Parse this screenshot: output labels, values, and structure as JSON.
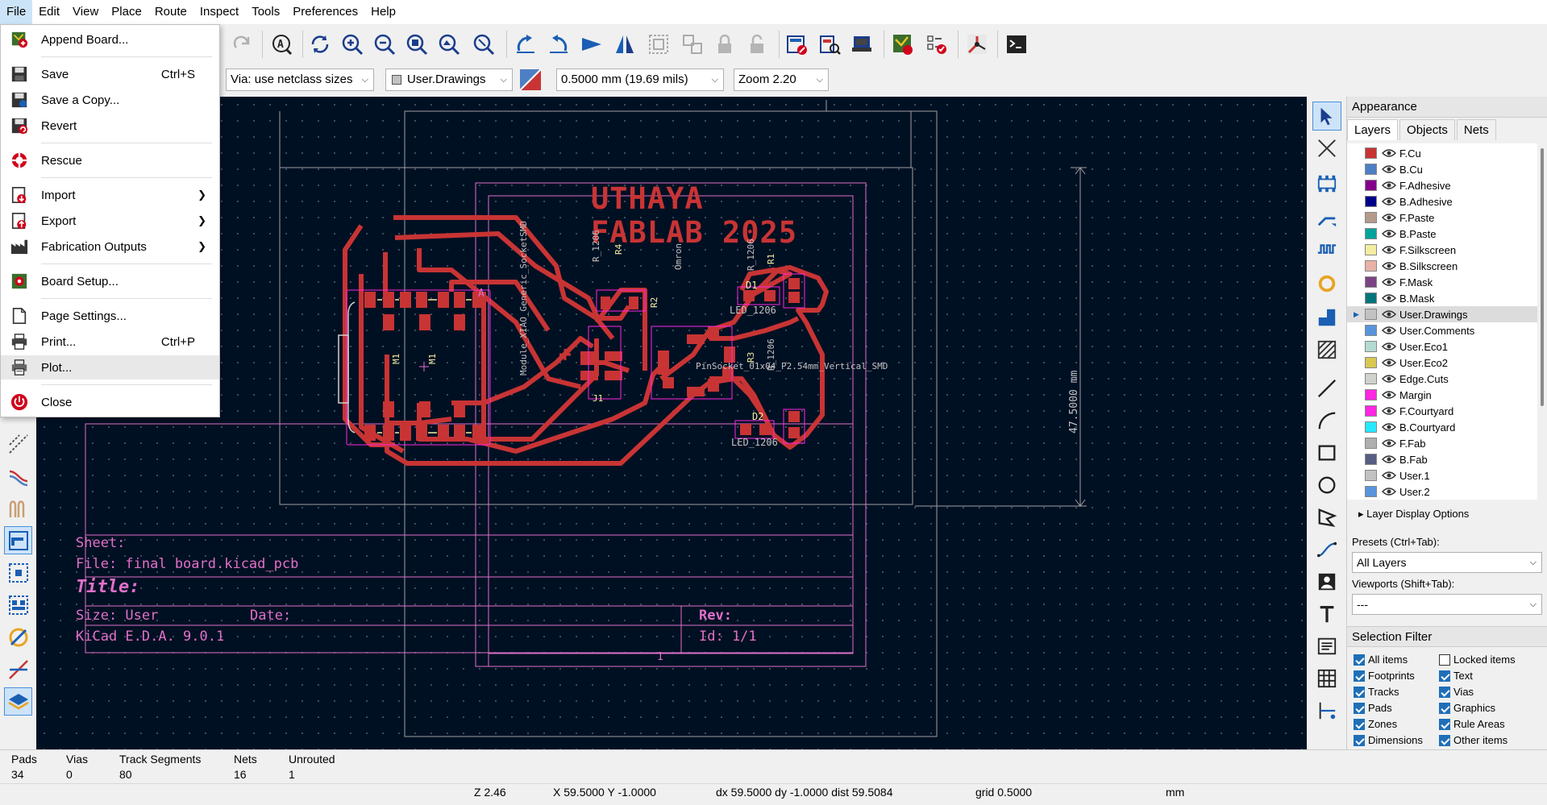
{
  "menubar": {
    "items": [
      "File",
      "Edit",
      "View",
      "Place",
      "Route",
      "Inspect",
      "Tools",
      "Preferences",
      "Help"
    ]
  },
  "file_menu": {
    "items": [
      {
        "label": "Append Board...",
        "shortcut": "",
        "icon": "append-board-icon"
      },
      {
        "label": "Save",
        "shortcut": "Ctrl+S",
        "icon": "save-icon"
      },
      {
        "label": "Save a Copy...",
        "shortcut": "",
        "icon": "save-copy-icon"
      },
      {
        "label": "Revert",
        "shortcut": "",
        "icon": "revert-icon"
      },
      {
        "label": "Rescue",
        "shortcut": "",
        "icon": "rescue-icon"
      },
      {
        "label": "Import",
        "shortcut": "",
        "icon": "import-icon",
        "submenu": true
      },
      {
        "label": "Export",
        "shortcut": "",
        "icon": "export-icon",
        "submenu": true
      },
      {
        "label": "Fabrication Outputs",
        "shortcut": "",
        "icon": "fabrication-icon",
        "submenu": true
      },
      {
        "label": "Board Setup...",
        "shortcut": "",
        "icon": "board-setup-icon"
      },
      {
        "label": "Page Settings...",
        "shortcut": "",
        "icon": "page-settings-icon"
      },
      {
        "label": "Print...",
        "shortcut": "Ctrl+P",
        "icon": "print-icon"
      },
      {
        "label": "Plot...",
        "shortcut": "",
        "icon": "plot-icon"
      },
      {
        "label": "Close",
        "shortcut": "",
        "icon": "close-icon"
      }
    ]
  },
  "toolbar2": {
    "via": "Via: use netclass sizes",
    "layer": "User.Drawings",
    "grid": "0.5000 mm (19.69 mils)",
    "zoom": "Zoom 2.20"
  },
  "appearance": {
    "title": "Appearance",
    "tabs": [
      "Layers",
      "Objects",
      "Nets"
    ],
    "layers": [
      {
        "name": "F.Cu",
        "color": "#c83434"
      },
      {
        "name": "B.Cu",
        "color": "#4d7fc4"
      },
      {
        "name": "F.Adhesive",
        "color": "#84008a"
      },
      {
        "name": "B.Adhesive",
        "color": "#00008a"
      },
      {
        "name": "F.Paste",
        "color": "#b49a8c"
      },
      {
        "name": "B.Paste",
        "color": "#00a39a"
      },
      {
        "name": "F.Silkscreen",
        "color": "#f2eda1"
      },
      {
        "name": "B.Silkscreen",
        "color": "#e8b2a7"
      },
      {
        "name": "F.Mask",
        "color": "#7a4485"
      },
      {
        "name": "B.Mask",
        "color": "#02757a"
      },
      {
        "name": "User.Drawings",
        "color": "#c2c2c2"
      },
      {
        "name": "User.Comments",
        "color": "#5994dc"
      },
      {
        "name": "User.Eco1",
        "color": "#b4dbd2"
      },
      {
        "name": "User.Eco2",
        "color": "#d8c852"
      },
      {
        "name": "Edge.Cuts",
        "color": "#d0d2cd"
      },
      {
        "name": "Margin",
        "color": "#ff26e2"
      },
      {
        "name": "F.Courtyard",
        "color": "#ff26e2"
      },
      {
        "name": "B.Courtyard",
        "color": "#26e9ff"
      },
      {
        "name": "F.Fab",
        "color": "#afafaf"
      },
      {
        "name": "B.Fab",
        "color": "#585d84"
      },
      {
        "name": "User.1",
        "color": "#c2c2c2"
      },
      {
        "name": "User.2",
        "color": "#5994dc"
      }
    ],
    "active_layer": "User.Drawings",
    "layer_display_options": "Layer Display Options",
    "presets_label": "Presets (Ctrl+Tab):",
    "presets_value": "All Layers",
    "viewports_label": "Viewports (Shift+Tab):",
    "viewports_value": "---"
  },
  "selection_filter": {
    "title": "Selection Filter",
    "left": [
      {
        "label": "All items",
        "checked": true
      },
      {
        "label": "Footprints",
        "checked": true
      },
      {
        "label": "Tracks",
        "checked": true
      },
      {
        "label": "Pads",
        "checked": true
      },
      {
        "label": "Zones",
        "checked": true
      },
      {
        "label": "Dimensions",
        "checked": true
      }
    ],
    "right": [
      {
        "label": "Locked items",
        "checked": false
      },
      {
        "label": "Text",
        "checked": true
      },
      {
        "label": "Vias",
        "checked": true
      },
      {
        "label": "Graphics",
        "checked": true
      },
      {
        "label": "Rule Areas",
        "checked": true
      },
      {
        "label": "Other items",
        "checked": true
      }
    ]
  },
  "board": {
    "title_line1": "UTHAYA",
    "title_line2": "FABLAB 2025",
    "dimension": "47.5000 mm",
    "titleblock": {
      "sheet": "Sheet:",
      "file": "File: final board.kicad_pcb",
      "title": "Title:",
      "size": "Size: User",
      "date": "Date:",
      "rev": "Rev:",
      "kicad": "KiCad E.D.A. 9.0.1",
      "id": "Id: 1/1",
      "page_marker": "1"
    },
    "refs": {
      "d1": "D1",
      "d2": "D2",
      "r1": "R1",
      "r4": "R4",
      "r2": "R2",
      "r3": "R3",
      "j1": "J1",
      "m1": "M1",
      "led1206": "LED_1206",
      "r1206": "R_1206",
      "xiao": "Module_XIAO_Generic_SocketSMD",
      "pinsocket": "PinSocket_01x04_P2.54mm_Vertical_SMD",
      "omron": "Omron",
      "a": "A"
    }
  },
  "status": {
    "pads_label": "Pads",
    "pads": "34",
    "vias_label": "Vias",
    "vias": "0",
    "tracks_label": "Track Segments",
    "tracks": "80",
    "nets_label": "Nets",
    "nets": "16",
    "unrouted_label": "Unrouted",
    "unrouted": "1",
    "zoom": "Z 2.46",
    "xy": "X 59.5000  Y -1.0000",
    "delta": "dx 59.5000  dy -1.0000  dist 59.5084",
    "grid": "grid 0.5000",
    "units": "mm"
  },
  "colors": {
    "canvas_bg": "#001023",
    "copper": "#c83434",
    "drawing": "#c2c2c2",
    "courtyard": "#ff26e2"
  }
}
